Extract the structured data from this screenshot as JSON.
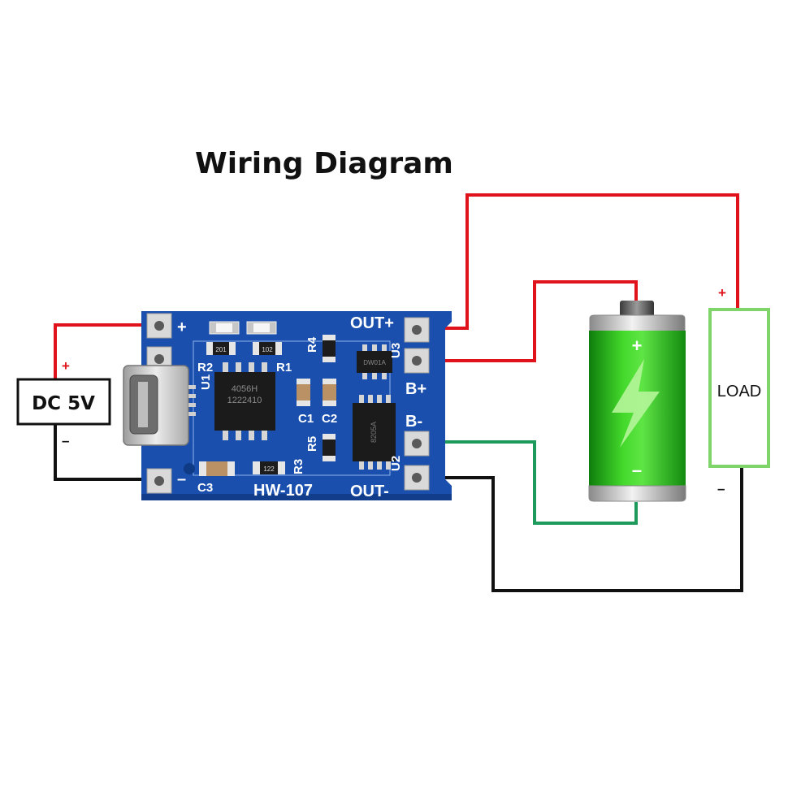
{
  "title": "Wiring Diagram",
  "dc_source": {
    "label": "DC 5V",
    "plus": "+",
    "minus": "–"
  },
  "module": {
    "model": "HW-107",
    "pads": {
      "in_plus": "+",
      "in_minus": "–",
      "out_plus": "OUT+",
      "out_minus": "OUT-",
      "b_plus": "B+",
      "b_minus": "B-"
    },
    "refs": {
      "r1": "R1",
      "r2": "R2",
      "r3": "R3",
      "r4": "R4",
      "r5": "R5",
      "c1": "C1",
      "c2": "C2",
      "c3": "C3",
      "u1": "U1",
      "u2": "U2",
      "u3": "U3"
    },
    "chips": {
      "u1_line1": "4056H",
      "u1_line2": "1222410",
      "u3_mark": "DW01A",
      "u2_mark": "8205A"
    },
    "smd_codes": {
      "r2": "201",
      "r1": "102",
      "r3": "122"
    }
  },
  "battery": {
    "plus": "+",
    "minus": "–"
  },
  "load": {
    "label": "LOAD",
    "plus": "+",
    "minus": "–"
  },
  "colors": {
    "positive_wire": "#e0131c",
    "ground_wire": "#111111",
    "battery_negative_wire": "#1e9a5c",
    "pcb": "#1a4fae",
    "load_border": "#7fd46a",
    "battery_green": "#27c41a"
  }
}
